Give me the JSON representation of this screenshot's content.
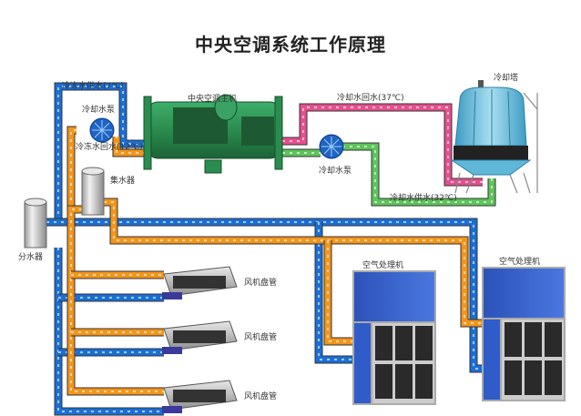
{
  "title": "中央空调系统工作原理",
  "colors": {
    "chilled_supply": "#1a6fd6",
    "chilled_return": "#f3951b",
    "cooling_return": "#e4508e",
    "cooling_supply": "#5ec45b",
    "chiller": "#2a8c4e",
    "tower": "#5fb8d8",
    "ahu": "#2f5cc9"
  },
  "labels": {
    "chilled_supply": "冷冻水供水(7℃)",
    "chilled_pump": "冷却水泵",
    "chilled_return": "冷冻水回水(12℃)",
    "chiller": "中央空调主机",
    "cooling_return": "冷却水回水(37℃)",
    "cooling_pump": "冷却水泵",
    "cooling_tower": "冷却塔",
    "cooling_supply": "冷却水供水(32℃)",
    "collector": "集水器",
    "distributor": "分水器",
    "fcu_1": "风机盘管",
    "fcu_2": "风机盘管",
    "fcu_3": "风机盘管",
    "ahu_1": "空气处理机",
    "ahu_2": "空气处理机"
  }
}
